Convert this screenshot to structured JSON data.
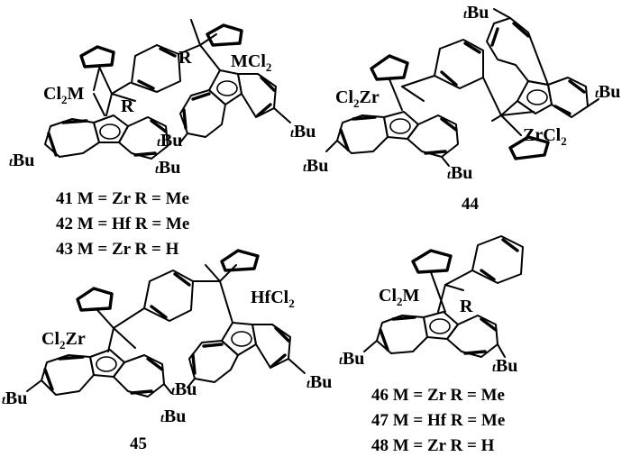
{
  "compounds": {
    "c41_43": {
      "metal_left": {
        "pre": "Cl",
        "sub": "2",
        "post": "M"
      },
      "metal_right": {
        "pre": "MCl",
        "sub": "2"
      },
      "r_left": "R",
      "r_right": "R",
      "tbu": {
        "t": "t",
        "bu": "Bu"
      },
      "captions": [
        "41  M = Zr R = Me",
        "42  M = Hf R = Me",
        "43  M = Zr R = H"
      ]
    },
    "c44": {
      "metal_left": {
        "pre": "Cl",
        "sub": "2",
        "post": "Zr"
      },
      "metal_right": {
        "pre": "ZrCl",
        "sub": "2"
      },
      "tbu": {
        "t": "t",
        "bu": "Bu"
      },
      "caption": "44"
    },
    "c45": {
      "metal_left": {
        "pre": "Cl",
        "sub": "2",
        "post": "Zr"
      },
      "metal_right": {
        "pre": "HfCl",
        "sub": "2"
      },
      "tbu": {
        "t": "t",
        "bu": "Bu"
      },
      "caption": "45"
    },
    "c46_48": {
      "metal": {
        "pre": "Cl",
        "sub": "2",
        "post": "M"
      },
      "r": "R",
      "tbu": {
        "t": "t",
        "bu": "Bu"
      },
      "captions": [
        "46  M = Zr R = Me",
        "47  M = Hf R = Me",
        "48  M = Zr R = H"
      ]
    }
  }
}
